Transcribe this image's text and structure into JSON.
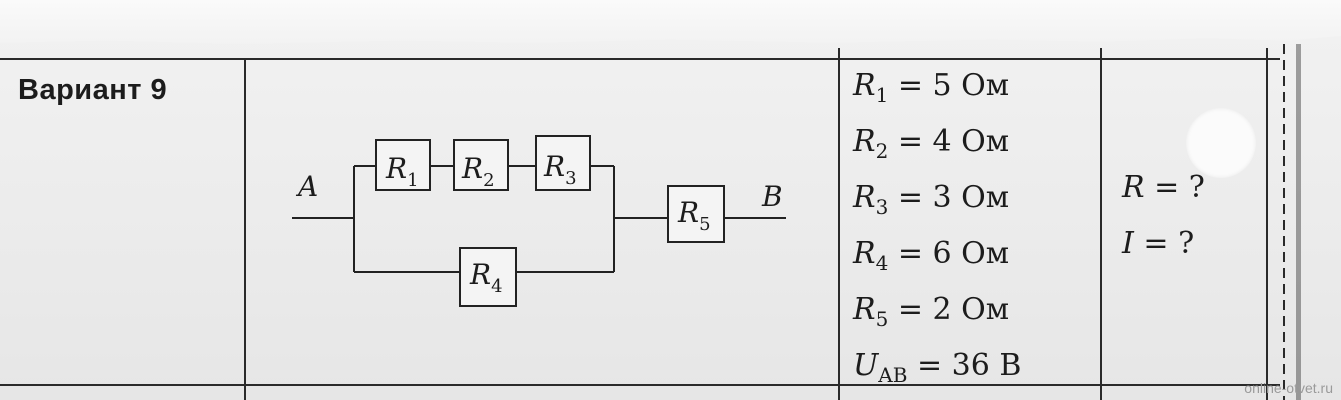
{
  "variant_label": "Вариант 9",
  "circuit": {
    "node_a": "A",
    "node_b": "B",
    "resistors": [
      {
        "symbol": "R",
        "index": "1"
      },
      {
        "symbol": "R",
        "index": "2"
      },
      {
        "symbol": "R",
        "index": "3"
      },
      {
        "symbol": "R",
        "index": "4"
      },
      {
        "symbol": "R",
        "index": "5"
      }
    ]
  },
  "given": [
    {
      "symbol": "R",
      "sub": "1",
      "value": " = 5 Ом"
    },
    {
      "symbol": "R",
      "sub": "2",
      "value": " = 4 Ом"
    },
    {
      "symbol": "R",
      "sub": "3",
      "value": " = 3 Ом"
    },
    {
      "symbol": "R",
      "sub": "4",
      "value": " = 6 Ом"
    },
    {
      "symbol": "R",
      "sub": "5",
      "value": " = 2 Ом"
    },
    {
      "symbol": "U",
      "sub": "AB",
      "value": " = 36 В"
    }
  ],
  "find": [
    {
      "symbol": "R",
      "value": " = ?"
    },
    {
      "symbol": "I",
      "value": " = ?"
    }
  ],
  "watermark": "online-otvet.ru"
}
